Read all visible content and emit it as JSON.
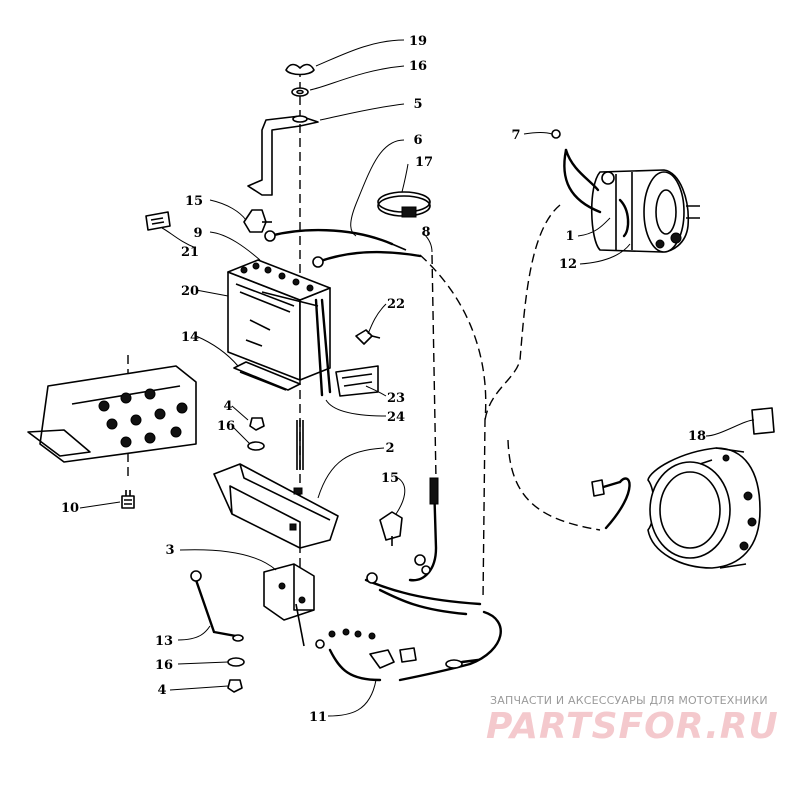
{
  "diagram": {
    "callouts": [
      {
        "id": "19",
        "label": "19"
      },
      {
        "id": "16a",
        "label": "16"
      },
      {
        "id": "5",
        "label": "5"
      },
      {
        "id": "6",
        "label": "6"
      },
      {
        "id": "17",
        "label": "17"
      },
      {
        "id": "7",
        "label": "7"
      },
      {
        "id": "15a",
        "label": "15"
      },
      {
        "id": "9",
        "label": "9"
      },
      {
        "id": "21",
        "label": "21"
      },
      {
        "id": "8",
        "label": "8"
      },
      {
        "id": "1",
        "label": "1"
      },
      {
        "id": "12",
        "label": "12"
      },
      {
        "id": "20",
        "label": "20"
      },
      {
        "id": "22",
        "label": "22"
      },
      {
        "id": "14",
        "label": "14"
      },
      {
        "id": "23",
        "label": "23"
      },
      {
        "id": "24",
        "label": "24"
      },
      {
        "id": "4a",
        "label": "4"
      },
      {
        "id": "16b",
        "label": "16"
      },
      {
        "id": "18",
        "label": "18"
      },
      {
        "id": "2",
        "label": "2"
      },
      {
        "id": "15b",
        "label": "15"
      },
      {
        "id": "10",
        "label": "10"
      },
      {
        "id": "3",
        "label": "3"
      },
      {
        "id": "13",
        "label": "13"
      },
      {
        "id": "16c",
        "label": "16"
      },
      {
        "id": "4b",
        "label": "4"
      },
      {
        "id": "11",
        "label": "11"
      }
    ]
  },
  "watermark": {
    "caption": "ЗАПЧАСТИ И АКСЕССУАРЫ ДЛЯ МОТОТЕХНИКИ",
    "logo": "PARTSFOR.RU"
  }
}
